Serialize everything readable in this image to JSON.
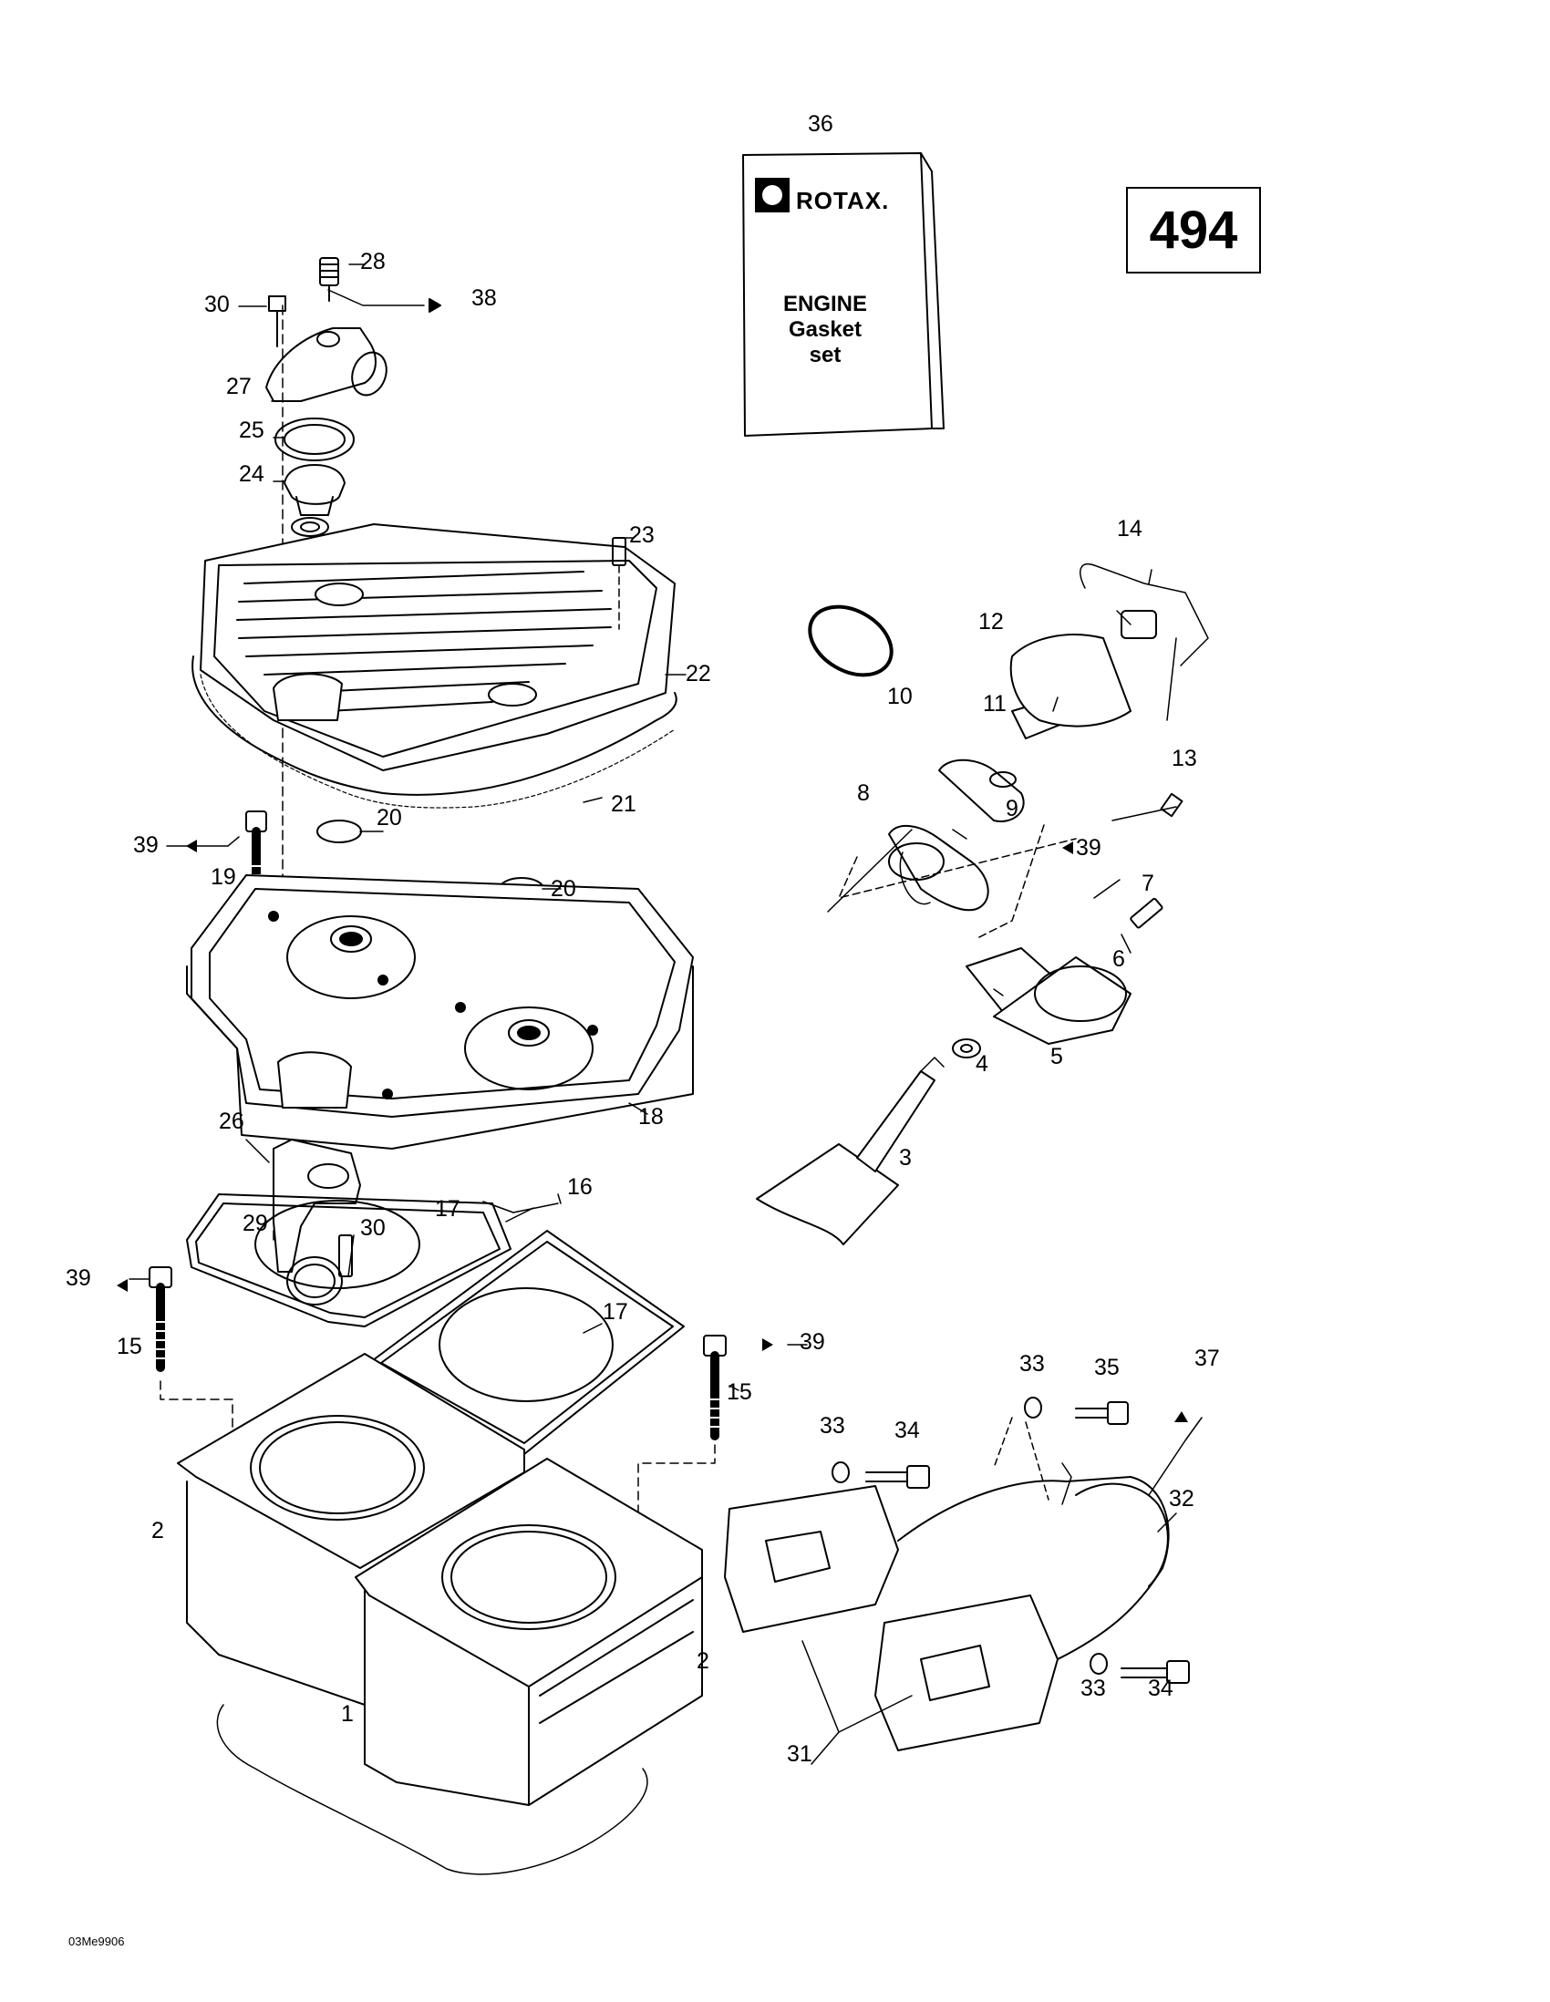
{
  "engine_number": "494",
  "gasket_set": {
    "brand": "ROTAX.",
    "lines": [
      "ENGINE",
      "Gasket",
      "set"
    ]
  },
  "footer_code": "03Me9906",
  "callouts": [
    "1",
    "2",
    "2",
    "3",
    "4",
    "5",
    "6",
    "7",
    "8",
    "9",
    "10",
    "11",
    "12",
    "13",
    "14",
    "15",
    "15",
    "16",
    "17",
    "17",
    "18",
    "19",
    "20",
    "20",
    "21",
    "22",
    "23",
    "24",
    "25",
    "26",
    "27",
    "28",
    "29",
    "30",
    "30",
    "31",
    "32",
    "33",
    "33",
    "33",
    "34",
    "34",
    "35",
    "36",
    "37",
    "38",
    "39",
    "39",
    "39",
    "39"
  ]
}
